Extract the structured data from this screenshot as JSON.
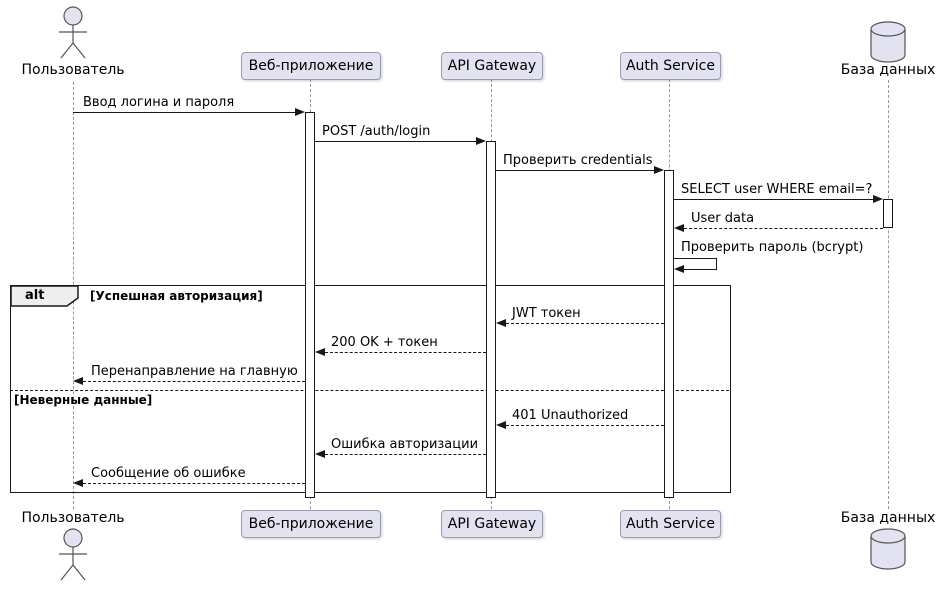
{
  "participants": {
    "user": {
      "name": "Пользователь",
      "kind": "actor"
    },
    "webapp": {
      "name": "Веб-приложение",
      "kind": "participant"
    },
    "apigw": {
      "name": "API Gateway",
      "kind": "participant"
    },
    "auth": {
      "name": "Auth Service",
      "kind": "participant"
    },
    "db": {
      "name": "База данных",
      "kind": "database"
    }
  },
  "messages": [
    {
      "label": "Ввод логина и пароля",
      "from": "Пользователь",
      "to": "Веб-приложение",
      "line": "solid"
    },
    {
      "label": "POST /auth/login",
      "from": "Веб-приложение",
      "to": "API Gateway",
      "line": "solid"
    },
    {
      "label": "Проверить credentials",
      "from": "API Gateway",
      "to": "Auth Service",
      "line": "solid"
    },
    {
      "label": "SELECT user WHERE email=?",
      "from": "Auth Service",
      "to": "База данных",
      "line": "solid"
    },
    {
      "label": "User data",
      "from": "База данных",
      "to": "Auth Service",
      "line": "dashed"
    },
    {
      "label": "Проверить пароль (bcrypt)",
      "from": "Auth Service",
      "to": "Auth Service",
      "line": "solid"
    },
    {
      "label": "JWT токен",
      "from": "Auth Service",
      "to": "API Gateway",
      "line": "dashed"
    },
    {
      "label": "200 OK + токен",
      "from": "API Gateway",
      "to": "Веб-приложение",
      "line": "dashed"
    },
    {
      "label": "Перенаправление на главную",
      "from": "Веб-приложение",
      "to": "Пользователь",
      "line": "dashed"
    },
    {
      "label": "401 Unauthorized",
      "from": "Auth Service",
      "to": "API Gateway",
      "line": "dashed"
    },
    {
      "label": "Ошибка авторизации",
      "from": "API Gateway",
      "to": "Веб-приложение",
      "line": "dashed"
    },
    {
      "label": "Сообщение об ошибке",
      "from": "Веб-приложение",
      "to": "Пользователь",
      "line": "dashed"
    }
  ],
  "alt_frame": {
    "operator": "alt",
    "branch1_condition": "[Успешная авторизация]",
    "branch2_condition": "[Неверные данные]"
  },
  "colors": {
    "participant_fill": "#E2E2F0",
    "participant_border": "#9A9AAE",
    "line": "#181818",
    "lifeline": "#999999",
    "frame_label_fill": "#EEEEEE",
    "background": "#FFFFFF"
  }
}
